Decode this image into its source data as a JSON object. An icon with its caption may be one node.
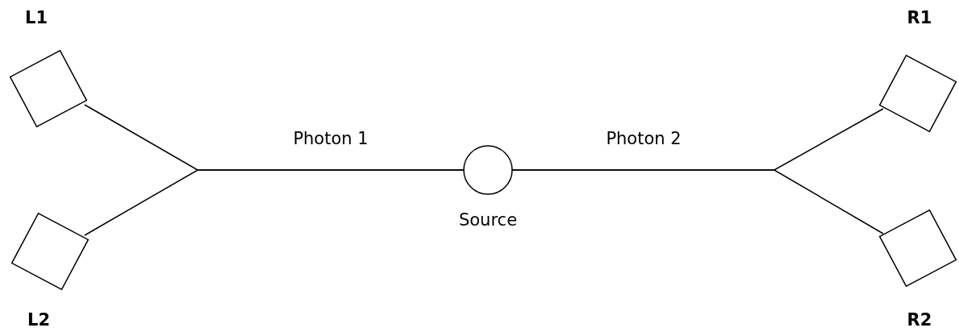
{
  "diagram": {
    "nodes": [
      {
        "text": [
          "L1"
        ]
      },
      {
        "text": [
          "L2"
        ]
      },
      {
        "text": [
          "Source"
        ]
      },
      {
        "text": [
          "R1"
        ]
      },
      {
        "text": [
          "R2"
        ]
      }
    ],
    "edges": [
      {
        "from": 2,
        "to": 0,
        "arrow": "none",
        "label": "Photon 1"
      },
      {
        "from": 2,
        "to": 1,
        "arrow": "none"
      },
      {
        "from": 2,
        "to": 3,
        "arrow": "none",
        "label": "Photon 2"
      },
      {
        "from": 2,
        "to": 4,
        "arrow": "none"
      }
    ]
  }
}
